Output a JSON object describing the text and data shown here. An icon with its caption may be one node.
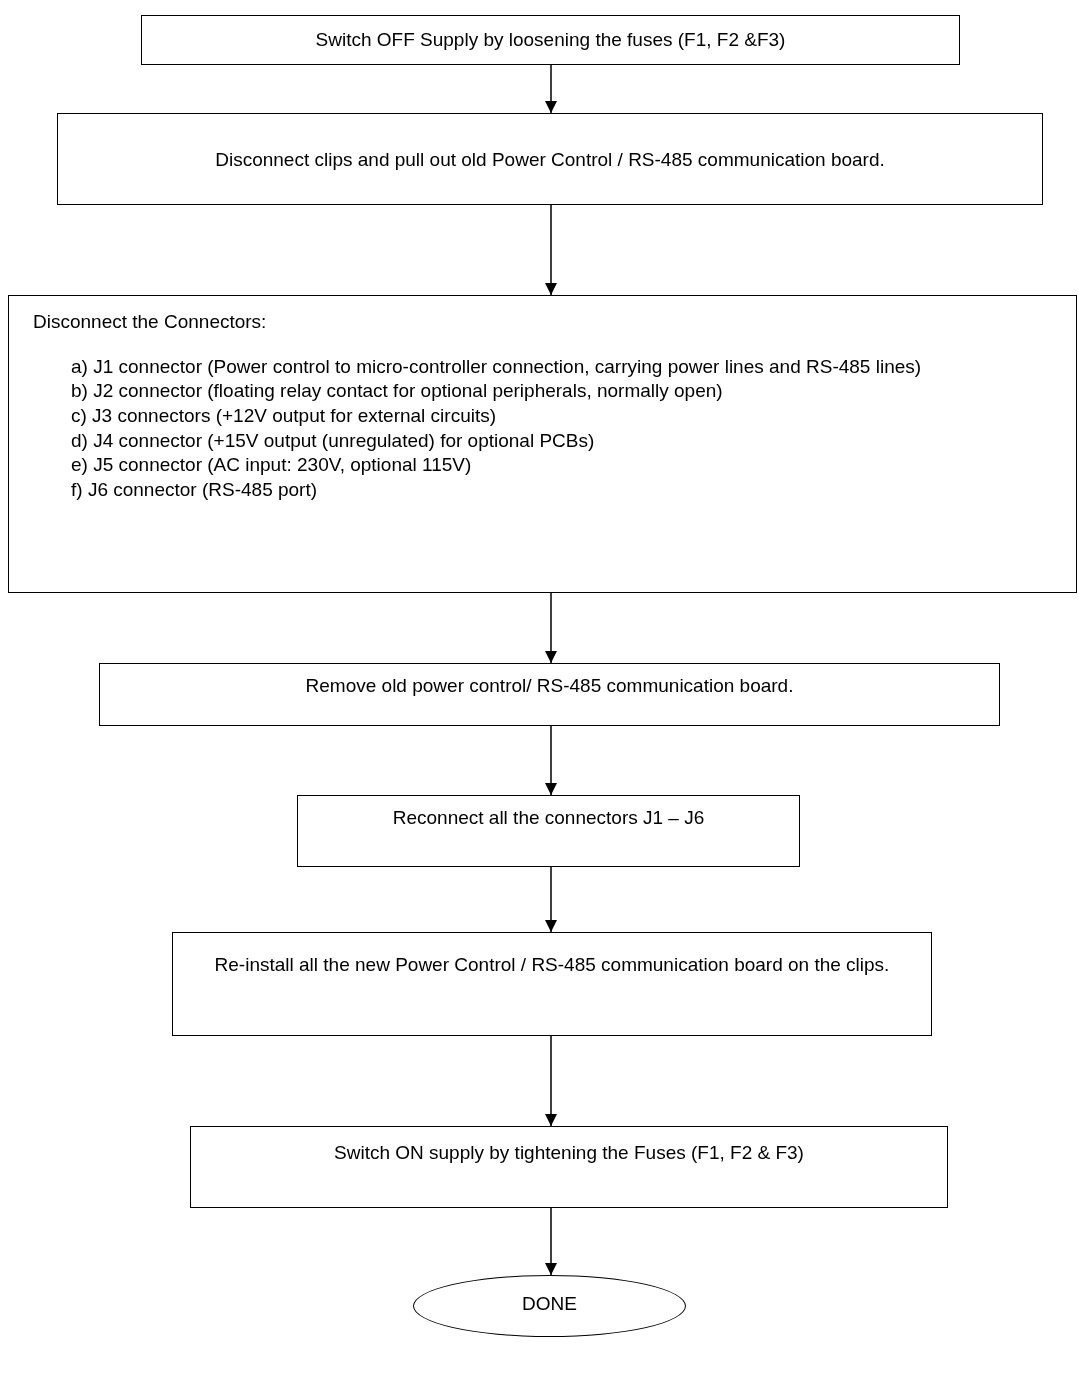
{
  "diagram": {
    "nodes": [
      {
        "text": [
          "Switch OFF Supply by loosening the fuses (F1, F2 &F3)"
        ]
      },
      {
        "text": [
          "Disconnect clips and pull out old Power Control / RS-485 communication board."
        ]
      },
      {
        "text": [
          "Disconnect the Connectors:",
          "a) J1 connector (Power control to micro-controller connection, carrying power lines and RS-485 lines)",
          "b) J2 connector (floating relay contact for optional peripherals, normally open)",
          "c) J3 connectors (+12V output for external circuits)",
          "d) J4 connector (+15V output (unregulated) for optional PCBs)",
          "e) J5 connector (AC input: 230V, optional 115V)",
          "f) J6 connector (RS-485 port)"
        ]
      },
      {
        "text": [
          "Remove old power control/ RS-485 communication board."
        ]
      },
      {
        "text": [
          "Reconnect all the connectors J1 – J6"
        ]
      },
      {
        "text": [
          "Re-install all the new Power Control / RS-485 communication board on the clips."
        ]
      },
      {
        "text": [
          "Switch ON supply by tightening the Fuses (F1, F2 & F3)"
        ]
      },
      {
        "text": [
          "DONE"
        ]
      }
    ],
    "edges": [
      {
        "from": 0,
        "to": 1,
        "arrow": "to"
      },
      {
        "from": 1,
        "to": 2,
        "arrow": "to"
      },
      {
        "from": 2,
        "to": 3,
        "arrow": "to"
      },
      {
        "from": 3,
        "to": 4,
        "arrow": "to"
      },
      {
        "from": 4,
        "to": 5,
        "arrow": "to"
      },
      {
        "from": 5,
        "to": 6,
        "arrow": "to"
      },
      {
        "from": 6,
        "to": 7,
        "arrow": "to"
      }
    ]
  }
}
